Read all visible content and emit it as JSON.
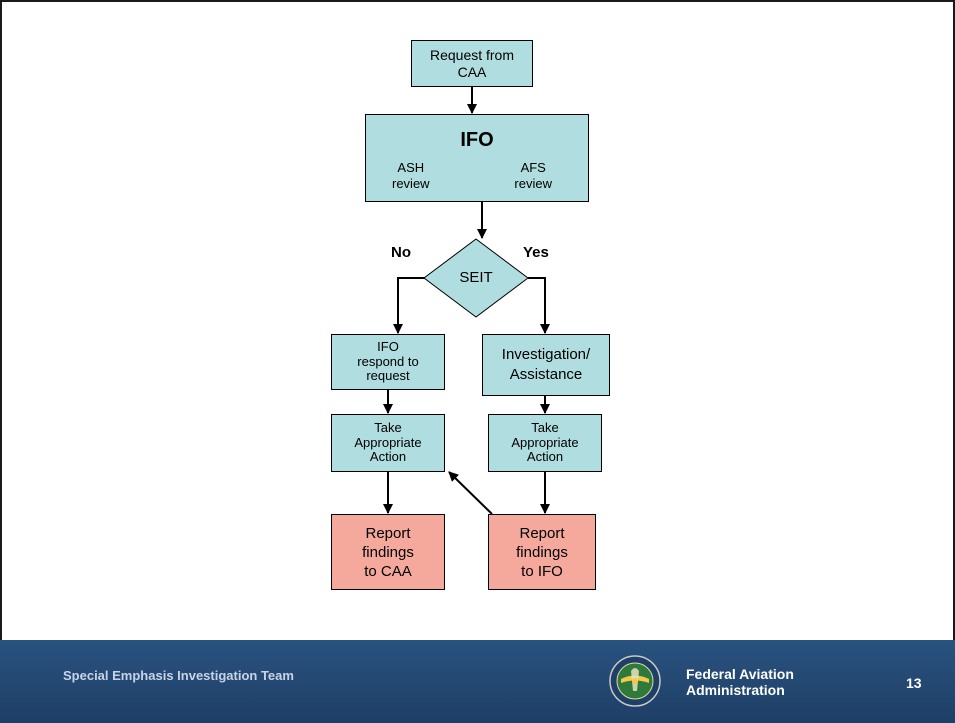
{
  "flowchart": {
    "request": {
      "line1": "Request from",
      "line2": "CAA"
    },
    "ifo": {
      "title": "IFO",
      "ash_line1": "ASH",
      "ash_line2": "review",
      "afs_line1": "AFS",
      "afs_line2": "review"
    },
    "decision": {
      "label": "SEIT",
      "no_label": "No",
      "yes_label": "Yes"
    },
    "left": {
      "respond": {
        "line1": "IFO",
        "line2": "respond to",
        "line3": "request"
      },
      "action": {
        "line1": "Take",
        "line2": "Appropriate",
        "line3": "Action"
      },
      "report": {
        "line1": "Report",
        "line2": "findings",
        "line3": "to CAA"
      }
    },
    "right": {
      "investigation": {
        "line1": "Investigation/",
        "line2": "Assistance"
      },
      "action": {
        "line1": "Take",
        "line2": "Appropriate",
        "line3": "Action"
      },
      "report": {
        "line1": "Report",
        "line2": "findings",
        "line3": "to IFO"
      }
    },
    "colors": {
      "process": "#b0dde0",
      "report": "#f5a99c"
    }
  },
  "footer": {
    "team": "Special Emphasis Investigation Team",
    "org_line1": "Federal Aviation",
    "org_line2": "Administration",
    "page_number": "13",
    "seal_icon": "faa-seal-icon",
    "background": "#29527f"
  }
}
